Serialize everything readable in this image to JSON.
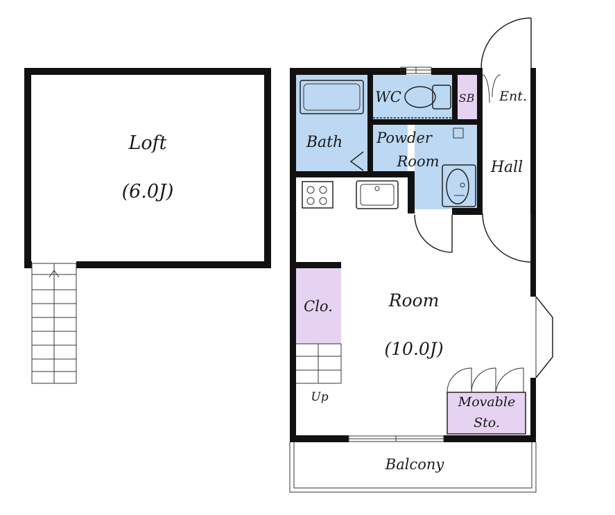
{
  "loft": {
    "label": "Loft",
    "size": "(6.0J)"
  },
  "rooms": {
    "bath": "Bath",
    "wc": "WC",
    "sb": "SB",
    "entrance": "Ent.",
    "powder_room_line1": "Powder",
    "powder_room_line2": "Room",
    "hall": "Hall",
    "room": "Room",
    "room_size": "(10.0J)",
    "closet": "Clo.",
    "stairs_up": "Up",
    "movable_storage_line1": "Movable",
    "movable_storage_line2": "Sto.",
    "balcony": "Balcony"
  },
  "colors": {
    "wet_area": "#bcd8f2",
    "storage": "#e6d3f2",
    "wall": "#111111"
  }
}
